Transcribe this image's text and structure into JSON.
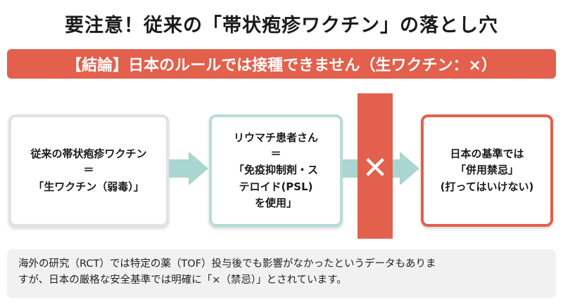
{
  "title": "要注意！従来の「帯状疱疹ワクチン」の落とし穴",
  "banner": "【結論】日本のルールでは接種できません（生ワクチン：×）",
  "boxes": [
    {
      "lines": [
        "従来の帯状疱疹ワクチン",
        "＝",
        "「生ワクチン（弱毒）」"
      ]
    },
    {
      "lines": [
        "リウマチ患者さん",
        "＝",
        "「免疫抑制剤・ス",
        "テロイド(PSL)",
        "を使用」"
      ]
    },
    {
      "lines": [
        "日本の基準では",
        "「併用禁忌」",
        "(打ってはいけない)"
      ]
    }
  ],
  "cross": "✕",
  "note": [
    "海外の研究（RCT）では特定の薬（TOF）投与後でも影響がなかったというデータもありま",
    "すが、日本の厳格な安全基準では明確に「×（禁忌）」とされています。"
  ],
  "colors": {
    "accent": "#e2604c",
    "arrow": "#a9d6d1",
    "teal_border": "#b7dcd8"
  }
}
